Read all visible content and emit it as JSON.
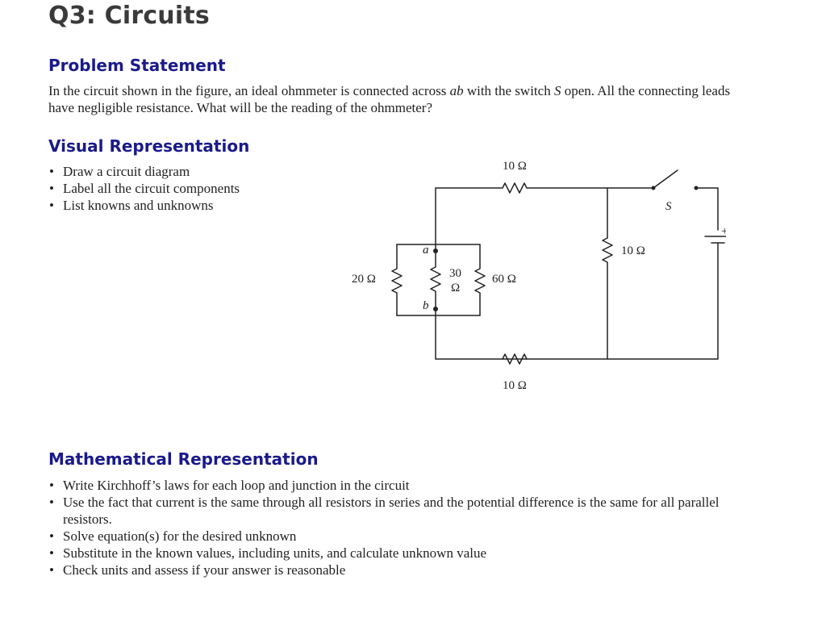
{
  "title": "Q3: Circuits",
  "problem": {
    "heading": "Problem Statement",
    "text_1": "In the circuit shown in the figure, an ideal ohmmeter is connected across ",
    "ab": "ab",
    "text_2": " with the switch ",
    "S": "S",
    "text_3": " open. All the connecting leads have negligible resistance. What will be the reading of the ohmmeter?"
  },
  "visual": {
    "heading": "Visual Representation",
    "bullets": [
      "Draw a circuit diagram",
      "Label all the circuit components",
      "List knowns and unknowns"
    ]
  },
  "circuit": {
    "r_top": "10 Ω",
    "r_right": "10 Ω",
    "r_bottom": "10 Ω",
    "r_left": "20 Ω",
    "r_mid_value": "30",
    "r_mid_unit": "Ω",
    "r_60": "60 Ω",
    "node_a": "a",
    "node_b": "b",
    "switch_label": "S",
    "battery_plus": "+"
  },
  "math": {
    "heading": "Mathematical Representation",
    "bullets": [
      "Write Kirchhoff’s laws for each loop and junction in the circuit",
      "Use the fact that current is the same through all resistors in series and the potential difference is the same for all parallel resistors.",
      "Solve equation(s) for the desired unknown",
      "Substitute in the known values, including units, and calculate unknown value",
      "Check units and assess if your answer is reasonable"
    ]
  }
}
